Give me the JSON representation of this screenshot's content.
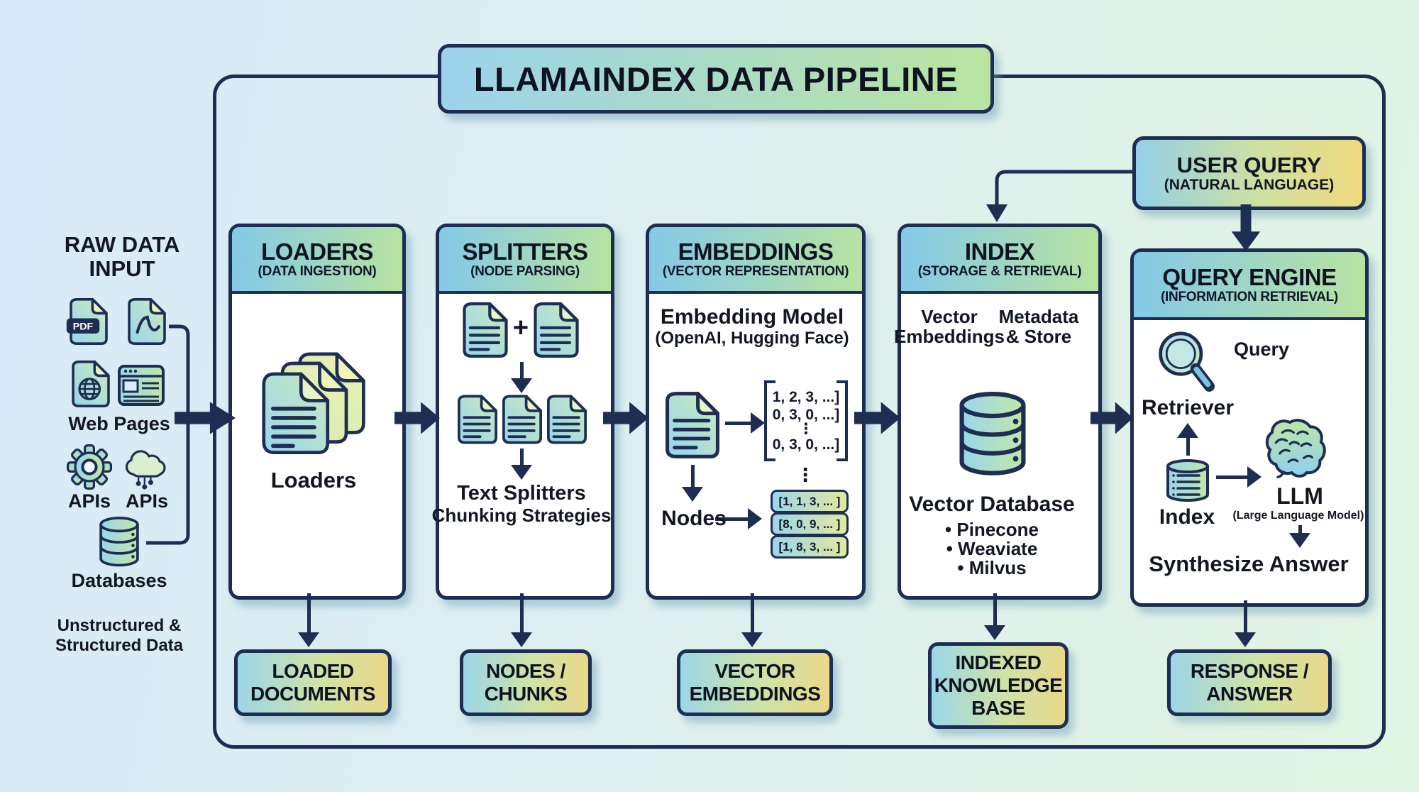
{
  "title": "LLAMAINDEX DATA PIPELINE",
  "colors": {
    "navy": "#1d2e52",
    "header_gradient": [
      "#84c9e8",
      "#b7e3a1"
    ],
    "output_gradient": [
      "#9cd6e8",
      "#ead889"
    ],
    "user_query_gradient": [
      "#93d0e8",
      "#f0da7e"
    ],
    "background_gradient": [
      "#d7eaf8",
      "#e2f4e2"
    ],
    "panel_background": "#ffffff"
  },
  "raw_input": {
    "heading": [
      "RAW DATA",
      "INPUT"
    ],
    "pdf_badge": "PDF",
    "web_pages_label": "Web Pages",
    "apis_labels": [
      "APIs",
      "APIs"
    ],
    "databases_label": "Databases",
    "footer": [
      "Unstructured &",
      "Structured Data"
    ]
  },
  "user_query": {
    "title": "USER QUERY",
    "subtitle": "(NATURAL LANGUAGE)"
  },
  "loaders": {
    "title": "LOADERS",
    "subtitle": "(DATA INGESTION)",
    "label": "Loaders",
    "output": [
      "LOADED",
      "DOCUMENTS"
    ]
  },
  "splitters": {
    "title": "SPLITTERS",
    "subtitle": "(NODE PARSING)",
    "plus": "+",
    "caption": [
      "Text Splitters",
      "Chunking Strategies"
    ],
    "output": [
      "NODES /",
      "CHUNKS"
    ]
  },
  "embeddings": {
    "title": "EMBEDDINGS",
    "subtitle": "(VECTOR REPRESENTATION)",
    "model_title": "Embedding Model",
    "model_subtitle": "(OpenAI, Hugging Face)",
    "matrix_rows": [
      "1, 2, 3, ...]",
      "0, 3, 0, ...]",
      "⋮",
      "0, 3, 0, ...]"
    ],
    "ellipsis": "⋮",
    "nodes_label": "Nodes",
    "vectors": [
      "[1, 1, 3, ... ]",
      "[8, 0, 9, ... ]",
      "[1, 8, 3, ... ]"
    ],
    "output": [
      "VECTOR",
      "EMBEDDINGS"
    ]
  },
  "index": {
    "title": "INDEX",
    "subtitle": "(STORAGE & RETRIEVAL)",
    "input_left": [
      "Vector",
      "Embeddings"
    ],
    "input_right": [
      "Metadata",
      "& Store"
    ],
    "db_label": "Vector Database",
    "databases": [
      "• Pinecone",
      "• Weaviate",
      "• Milvus"
    ],
    "output": [
      "INDEXED",
      "KNOWLEDGE",
      "BASE"
    ]
  },
  "query_engine": {
    "title": "QUERY ENGINE",
    "subtitle": "(INFORMATION RETRIEVAL)",
    "query_label": "Query",
    "retriever_label": "Retriever",
    "index_label": "Index",
    "llm_label": "LLM",
    "llm_subtitle": "(Large Language Model)",
    "synthesize_label": "Synthesize Answer",
    "output": [
      "RESPONSE /",
      "ANSWER"
    ]
  }
}
